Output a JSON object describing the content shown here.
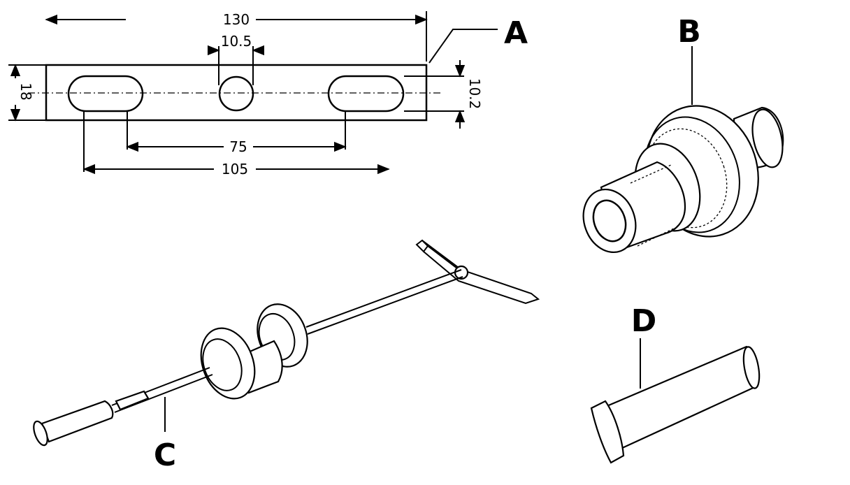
{
  "dimensions": {
    "length": "130",
    "hole_diameter": "10.5",
    "height": "18",
    "slot_width": "10.2",
    "slot_spacing": "75",
    "slot_span": "105"
  },
  "callouts": {
    "a": "A",
    "b": "B",
    "c": "C",
    "d": "D"
  }
}
